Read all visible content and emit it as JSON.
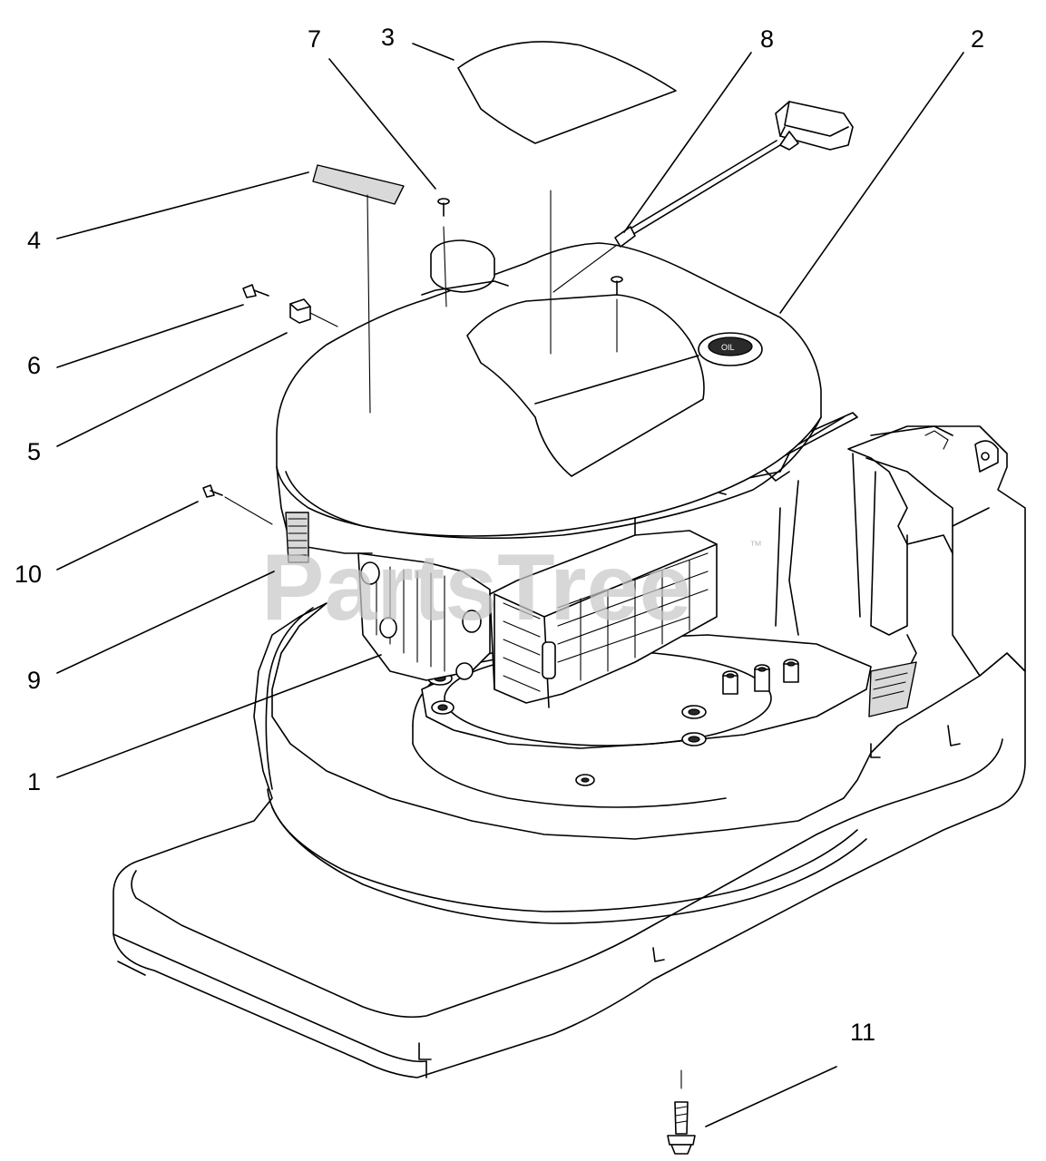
{
  "diagram": {
    "watermark": {
      "text": "PartsTree",
      "trademark": "™"
    },
    "callouts": [
      {
        "id": "1",
        "label": "1"
      },
      {
        "id": "2",
        "label": "2"
      },
      {
        "id": "3",
        "label": "3"
      },
      {
        "id": "4",
        "label": "4"
      },
      {
        "id": "5",
        "label": "5"
      },
      {
        "id": "6",
        "label": "6"
      },
      {
        "id": "7",
        "label": "7"
      },
      {
        "id": "8",
        "label": "8"
      },
      {
        "id": "9",
        "label": "9"
      },
      {
        "id": "10",
        "label": "10"
      },
      {
        "id": "11",
        "label": "11"
      }
    ]
  }
}
